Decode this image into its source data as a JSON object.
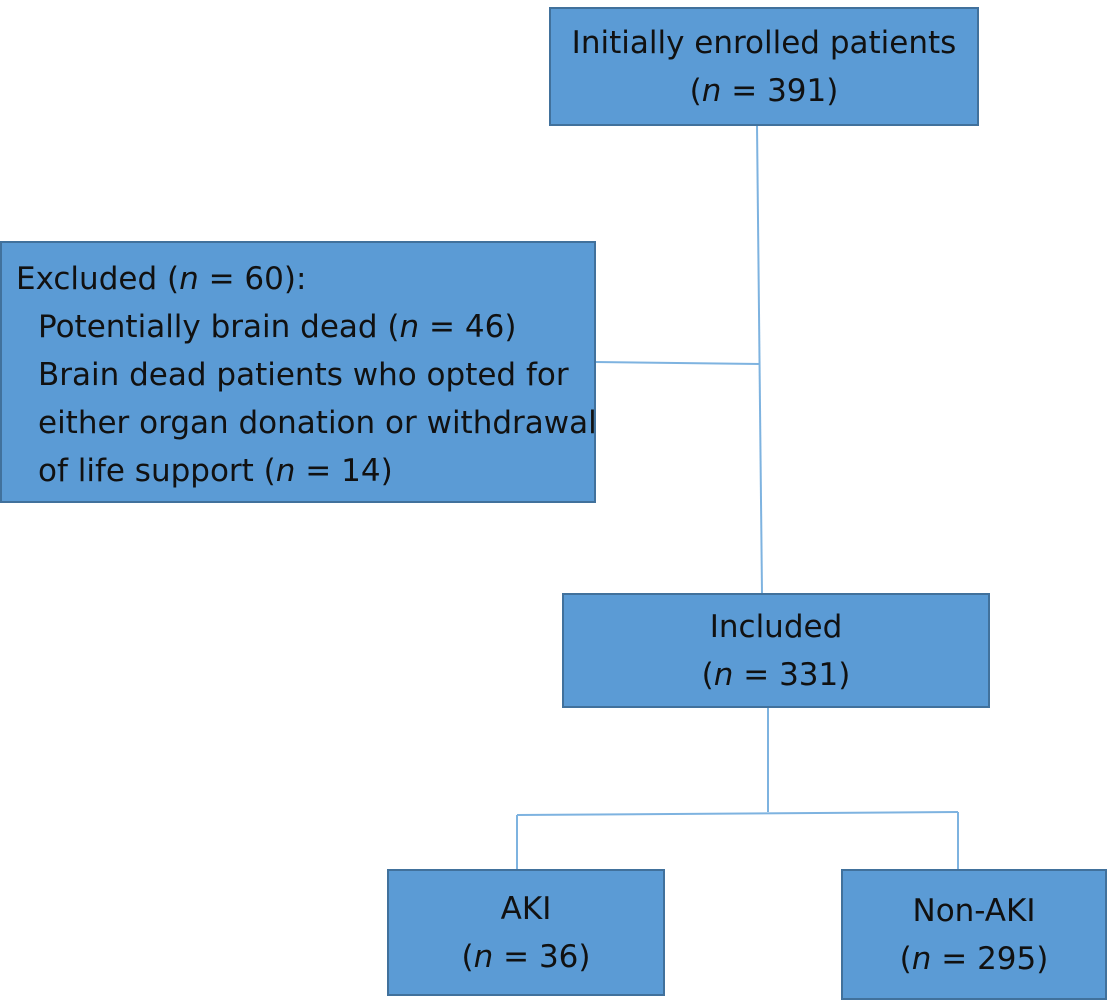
{
  "nodes": {
    "enrolled": {
      "title": "Initially enrolled patients",
      "n_var": "n",
      "n_rest": " = 391)"
    },
    "excluded": {
      "heading_pre": "Excluded (",
      "n_var": "n",
      "heading_post": " = 60):",
      "reasons": [
        {
          "text_pre": "Potentially brain dead (",
          "n_var": "n",
          "text_post": " = 46)"
        },
        {
          "line1": "Brain dead patients who opted for",
          "line2": "either organ donation or withdrawal",
          "line3_pre": "of life support (",
          "n_var": "n",
          "line3_post": " = 14)"
        }
      ]
    },
    "included": {
      "title": "Included",
      "n_var": "n",
      "n_rest": " = 331)"
    },
    "aki": {
      "title": "AKI",
      "n_var": "n",
      "n_rest": " = 36)"
    },
    "non_aki": {
      "title": "Non-AKI",
      "n_var": "n",
      "n_rest": " = 295)"
    }
  },
  "colors": {
    "box_fill": "#5b9bd5",
    "box_border": "#41719c",
    "connector": "#7eb3e0",
    "text": "#111111"
  }
}
